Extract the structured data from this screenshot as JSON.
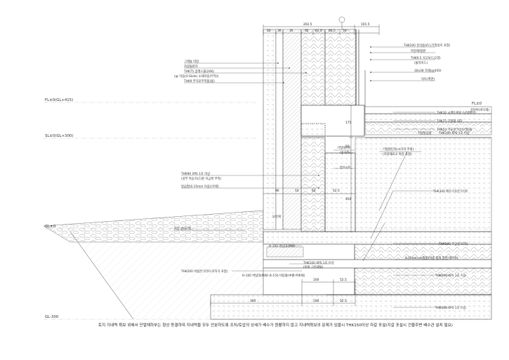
{
  "dimensions": {
    "top_totals": [
      "202.5",
      "101.5"
    ],
    "top_segments": [
      "50",
      "36",
      "35",
      "35",
      "62.5",
      "62.5",
      "50"
    ],
    "mid_segments": [
      "90",
      "10",
      "60",
      "52.5"
    ],
    "vertical": [
      "175",
      "50",
      "450"
    ],
    "bottom_upper": [
      "100",
      "52.5"
    ],
    "bottom_lower": [
      "300",
      "100",
      "52.5"
    ]
  },
  "levels": [
    {
      "id": "fl",
      "label": "FL±0(GL+415)"
    },
    {
      "id": "sl",
      "label": "SL±0(GL+300)"
    },
    {
      "id": "gl0",
      "label": "GL±0"
    },
    {
      "id": "gl300",
      "label": "GL-300"
    },
    {
      "id": "fl_right",
      "label": "FL±0"
    }
  ],
  "left_callouts": [
    "그래뉼 마감",
    "자갈돌판지",
    "THK75 글래스울(24K)",
    "(@ 막음(V-Slide) 소재이용(부착))",
    "THK9 부직포부착품(불)"
  ],
  "left_lower_callouts": [
    "THK90 XPS 1호 이상",
    "(성부 특숭가(C)판 지금록 부착)",
    "방습필(0.15mm 이상)(우레)"
  ],
  "right_callouts": [
    "THK100 유리솜보드(기밀용지 포함)",
    "마감재/합판",
    "THK9.5 석고보드(2겹)",
    "(물차이드)",
    "30x38 각재(@450)",
    "덕트(벽면)"
  ],
  "floor_callouts": [
    "강마루(바닥재)",
    "THK30 시멘트몰탈 (난방배관)",
    "THK25 단열재 대각",
    "THK50 기포콘크리트(열재)",
    "저압방습층",
    "THK100 XPS 1호 이상"
  ],
  "mid_callouts": [
    "기밀테이프",
    "(실내측)",
    "기밀원인자(시가지 주최)",
    "(지붕재료고 마감 포함)",
    "방수시트",
    "보강재",
    "THK300 매트기초콘크리트"
  ],
  "foundation_callouts": [
    "THK200 버림콘크리트(지하가 포함)",
    "H-100 버팀대(MW)",
    "H-100 버팀대(MW) B-150 비압출(수평 기초재)",
    "THK100 XPS 1호 이상",
    "(루버 고온제외)"
  ],
  "right_lower_callouts": [
    "THK100 무근콘크리트",
    "0.05mm pe필름(이중 접착 양면 테이프)",
    "THK100 XPS 1호 이상",
    "THK100 XPS 1호 이상"
  ],
  "soil_label": "자갈 골(모래)",
  "bottom_note": "토지 지내력 확보 위해서 단열재하부는 항상 동결하여 지내력을 모두 안분하도록 조치/토압의 상세가 배수가 원활하지 않고 지내력확보의 문제가 있을시 THK150이상 자갈 포설(지갈 포설시 건물주변 배수관 설치 필요)",
  "colors": {
    "line": "#222222",
    "hatch": "#555555",
    "dim": "#333333",
    "background": "#ffffff"
  }
}
